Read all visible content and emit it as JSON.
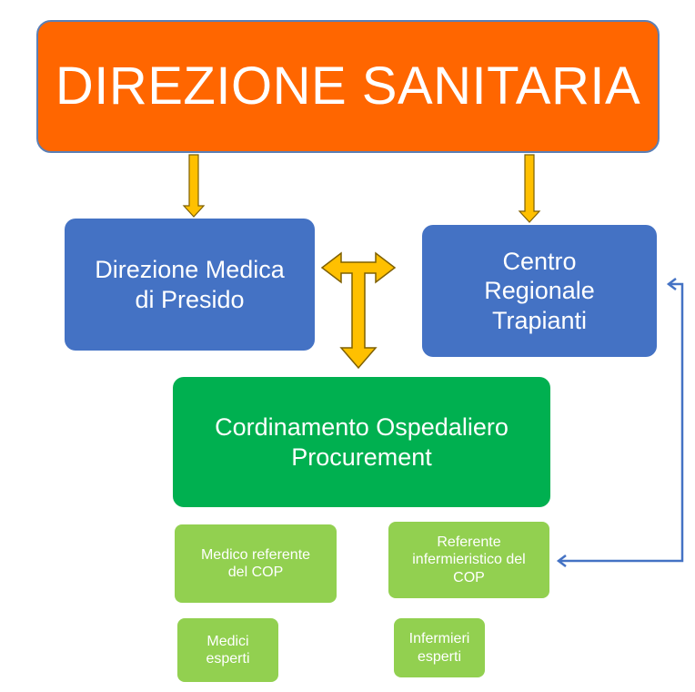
{
  "diagram": {
    "top": {
      "label": "DIREZIONE SANITARIA"
    },
    "direzione_medica": {
      "line1": "Direzione Medica",
      "line2": "di Presido"
    },
    "centro_regionale": {
      "line1": "Centro",
      "line2": "Regionale",
      "line3": "Trapianti"
    },
    "coordinamento": {
      "line1": "Cordinamento Ospedaliero",
      "line2": "Procurement"
    },
    "medico_referente": {
      "line1": "Medico referente",
      "line2": "del COP"
    },
    "referente_infermieristico": {
      "line1": "Referente",
      "line2": "infermieristico del",
      "line3": "COP"
    },
    "medici_esperti": {
      "line1": "Medici",
      "line2": "esperti"
    },
    "infermieri_esperti": {
      "line1": "Infermieri",
      "line2": "esperti"
    }
  },
  "colors": {
    "top": "#ff6600",
    "blue_boxes": "#4472c4",
    "green_main": "#00b050",
    "green_light": "#92d050",
    "arrow_fill": "#ffc000",
    "arrow_stroke": "#7f6000",
    "connector": "#4472c4"
  }
}
